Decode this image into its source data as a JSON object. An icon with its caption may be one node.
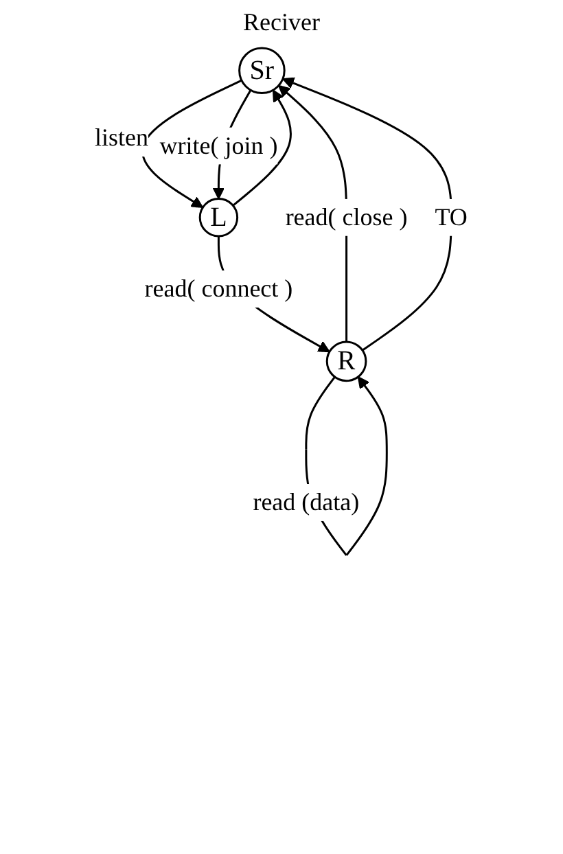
{
  "diagram": {
    "nodes": [
      {
        "text": [
          "Sr"
        ],
        "beside": [
          "Reciver"
        ]
      },
      {
        "text": [
          "L"
        ]
      },
      {
        "text": [
          "R"
        ]
      }
    ],
    "edges": [
      {
        "from": 0,
        "to": 1,
        "arrow": "to",
        "label": "listen"
      },
      {
        "from": 0,
        "to": 1,
        "arrow": "to",
        "label": "write( join )"
      },
      {
        "from": 1,
        "to": 0,
        "arrow": "to"
      },
      {
        "from": 1,
        "to": 2,
        "arrow": "to",
        "label": "read( connect )"
      },
      {
        "from": 2,
        "to": 0,
        "arrow": "to",
        "label": "read( close )"
      },
      {
        "from": 2,
        "to": 0,
        "arrow": "to",
        "label": "TO"
      },
      {
        "from": 2,
        "to": 2,
        "arrow": "to",
        "label": "read (data)"
      }
    ]
  }
}
